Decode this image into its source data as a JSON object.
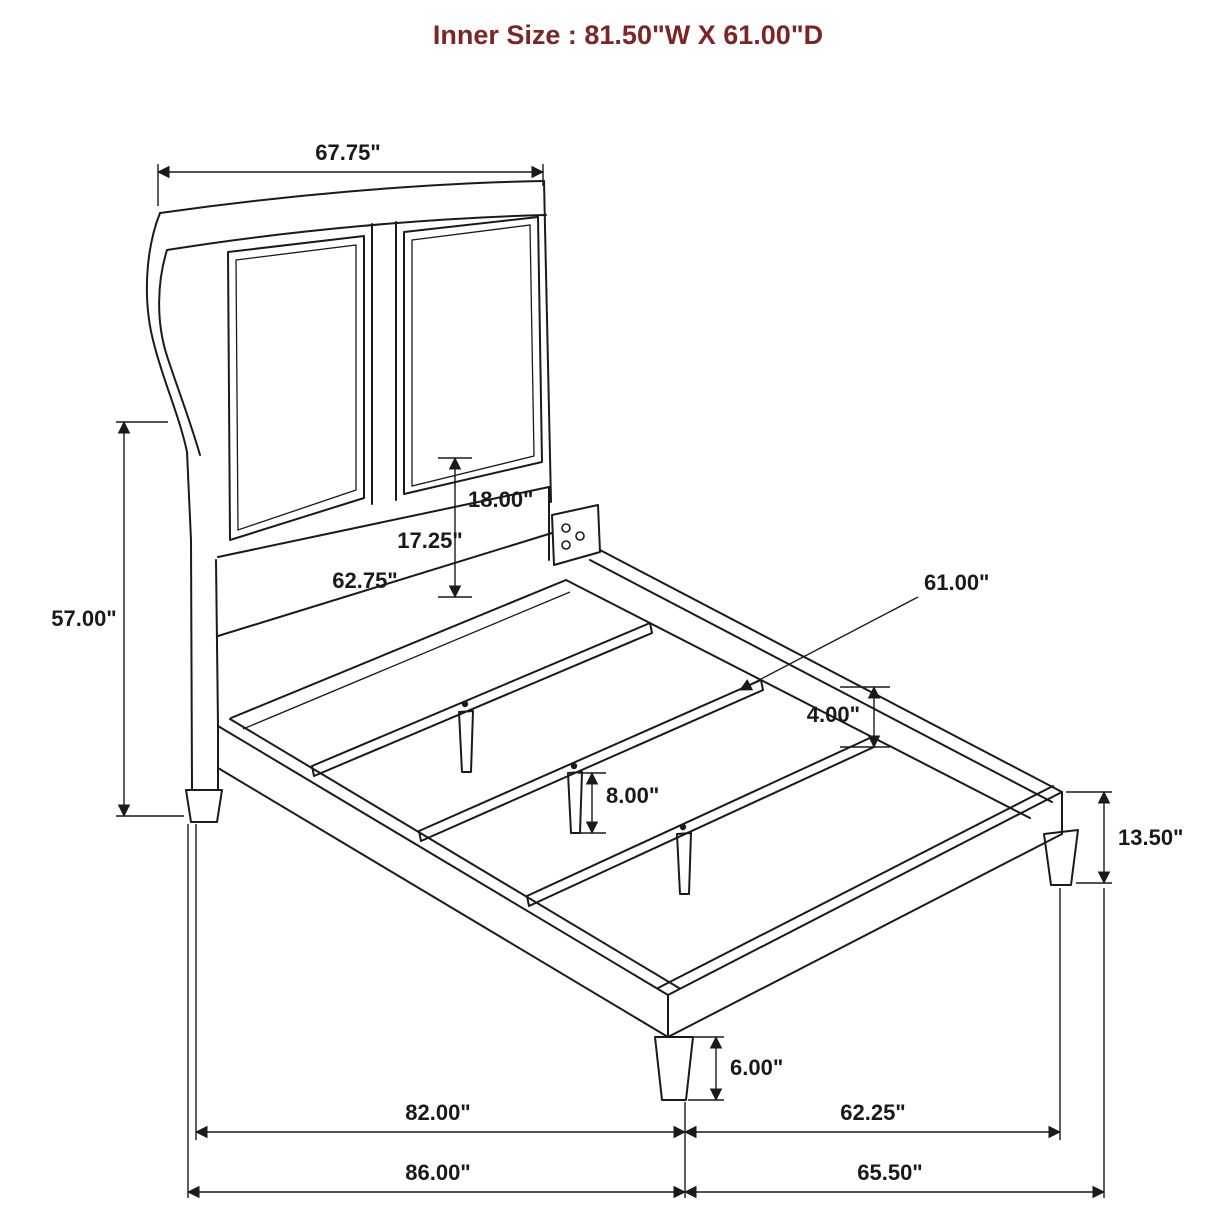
{
  "title": "Inner Size : 81.50\"W X 61.00\"D",
  "dimensions": {
    "headboard_width": "67.75\"",
    "headboard_height": "57.00\"",
    "headboard_inner_width": "62.75\"",
    "panel_inner_height": "17.25\"",
    "panel_height": "18.00\"",
    "slat_length": "61.00\"",
    "slat_rail_height": "4.00\"",
    "center_support_leg_height": "8.00\"",
    "side_rail_height": "13.50\"",
    "foot_leg_height": "6.00\"",
    "side_rail_length": "82.00\"",
    "overall_length": "86.00\"",
    "foot_rail_width": "62.25\"",
    "overall_width": "65.50\""
  }
}
